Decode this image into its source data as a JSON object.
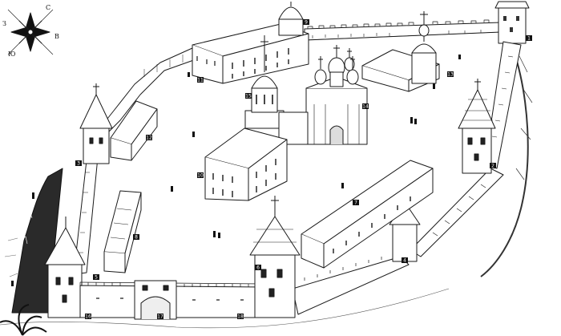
{
  "compass": {
    "north": "С",
    "south": "Ю",
    "west": "З",
    "east": "В"
  },
  "markers": [
    "1",
    "2",
    "3",
    "4",
    "5",
    "6",
    "7",
    "8",
    "9",
    "10",
    "11",
    "12",
    "13",
    "14",
    "15",
    "16",
    "17",
    "18"
  ],
  "colors": {
    "ink": "#1a1a1a",
    "paper": "#ffffff",
    "marker_bg": "#111111"
  }
}
